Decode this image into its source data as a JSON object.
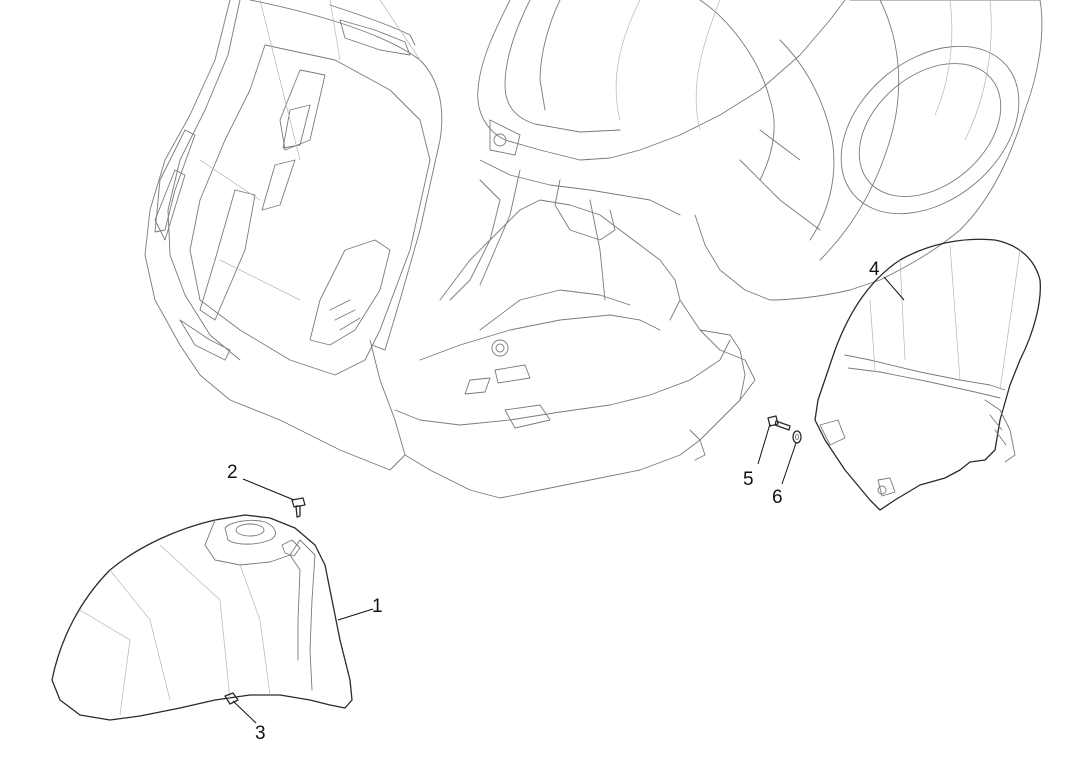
{
  "callouts": [
    {
      "id": "1",
      "label": "1"
    },
    {
      "id": "2",
      "label": "2"
    },
    {
      "id": "3",
      "label": "3"
    },
    {
      "id": "4",
      "label": "4"
    },
    {
      "id": "5",
      "label": "5"
    },
    {
      "id": "6",
      "label": "6"
    }
  ],
  "colors": {
    "line": "#7a7a7a",
    "outline": "#2a2a2a",
    "background": "#ffffff"
  }
}
